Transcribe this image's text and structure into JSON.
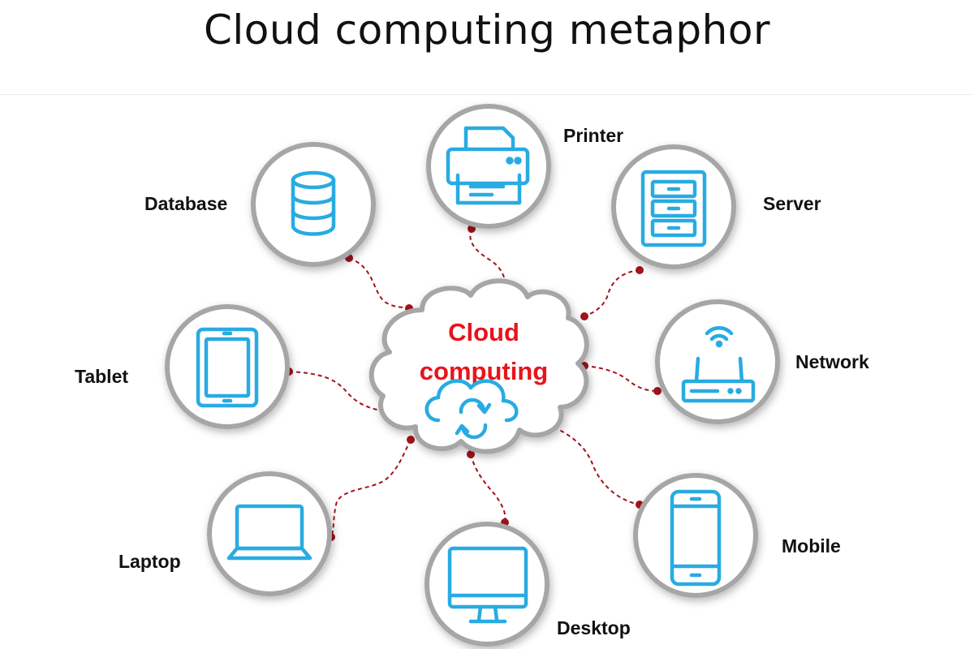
{
  "title": "Cloud computing metaphor",
  "hub": {
    "line1": "Cloud",
    "line2": "computing"
  },
  "nodes": {
    "printer": "Printer",
    "server": "Server",
    "database": "Database",
    "network": "Network",
    "tablet": "Tablet",
    "laptop": "Laptop",
    "mobile": "Mobile",
    "desktop": "Desktop"
  },
  "colors": {
    "icon": "#29abe2",
    "ring": "#a6a6a6",
    "link": "#a3121a",
    "hub_text": "#e8141b",
    "label": "#111111"
  }
}
